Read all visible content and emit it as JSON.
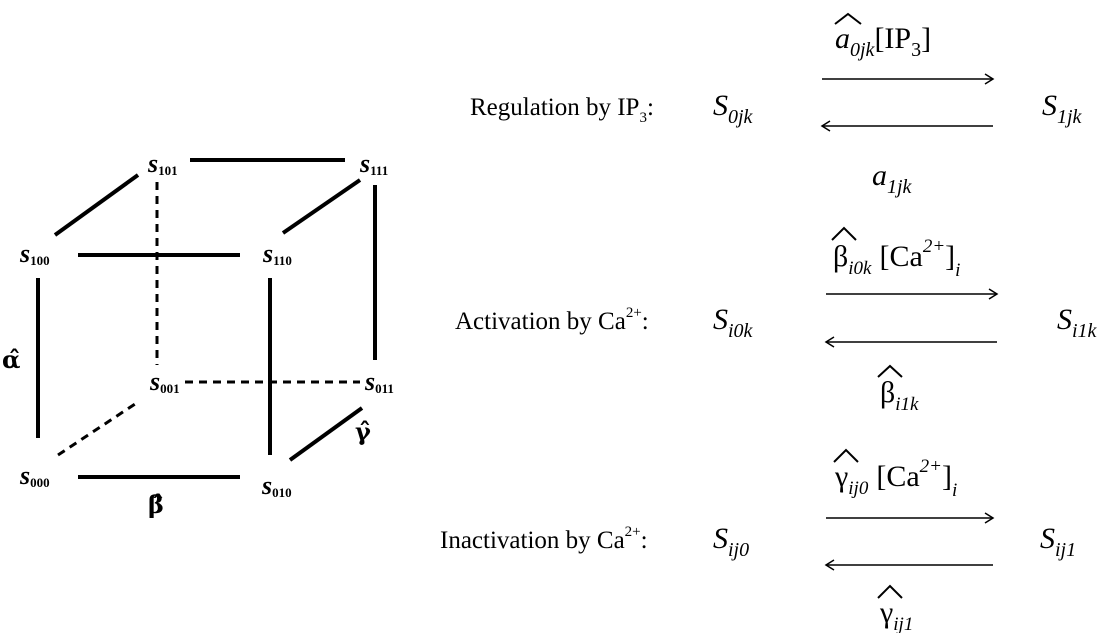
{
  "cube": {
    "nodes": {
      "s000": {
        "main": "s",
        "sub": "000"
      },
      "s001": {
        "main": "s",
        "sub": "001"
      },
      "s010": {
        "main": "s",
        "sub": "010"
      },
      "s011": {
        "main": "s",
        "sub": "011"
      },
      "s100": {
        "main": "s",
        "sub": "100"
      },
      "s101": {
        "main": "s",
        "sub": "101"
      },
      "s110": {
        "main": "s",
        "sub": "110"
      },
      "s111": {
        "main": "s",
        "sub": "111"
      }
    },
    "edge_labels": {
      "alpha": "α̂",
      "beta": "β̂",
      "gamma": "γ̂"
    }
  },
  "reactions": [
    {
      "label_text": "Regulation by IP",
      "label_sub": "3",
      "label_tail": ":",
      "left_state": {
        "main": "S",
        "sub": "0jk"
      },
      "right_state": {
        "main": "S",
        "sub": "1jk"
      },
      "forward_rate": {
        "hat": "a",
        "sub": "0jk",
        "factor": "[IP",
        "factor_sub": "3",
        "factor_end": "]"
      },
      "backward_rate": {
        "main": "a",
        "sub": "1jk"
      }
    },
    {
      "label_text": "Activation by Ca",
      "label_sup": "2+",
      "label_tail": ":",
      "left_state": {
        "main": "S",
        "sub": "i0k"
      },
      "right_state": {
        "main": "S",
        "sub": "i1k"
      },
      "forward_rate": {
        "hat": "β",
        "sub": "i0k",
        "factor": "[Ca",
        "factor_sup": "2+",
        "factor_end": "]",
        "factor_sub": "i"
      },
      "backward_rate": {
        "hat": "β",
        "sub": "i1k"
      }
    },
    {
      "label_text": "Inactivation by Ca",
      "label_sup": "2+",
      "label_tail": ":",
      "left_state": {
        "main": "S",
        "sub": "ij0"
      },
      "right_state": {
        "main": "S",
        "sub": "ij1"
      },
      "forward_rate": {
        "hat": "γ",
        "sub": "ij0",
        "factor": "[Ca",
        "factor_sup": "2+",
        "factor_end": "]",
        "factor_sub": "i"
      },
      "backward_rate": {
        "hat": "γ",
        "sub": "ij1"
      }
    }
  ]
}
